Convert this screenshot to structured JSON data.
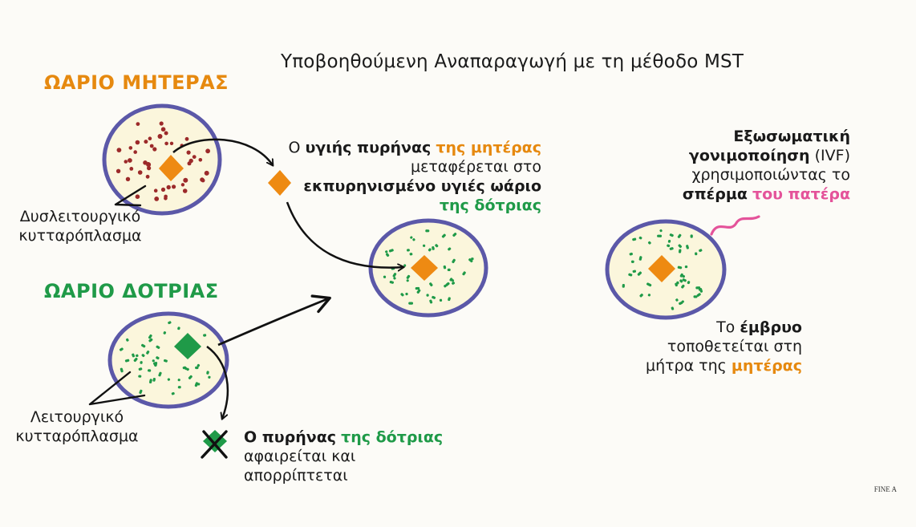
{
  "title": "Υποβοηθούμενη Αναπαραγωγή με τη μέθοδο MST",
  "mother_egg_label": "ΩΑΡΙΟ ΜΗΤΕΡΑΣ",
  "donor_egg_label": "ΩΑΡΙΟ ΔΟΤΡΙΑΣ",
  "dysfunctional_label": [
    "Δυσλειτουργικό",
    "κυτταρόπλασμα"
  ],
  "functional_label": [
    "Λειτουργικό",
    "κυτταρόπλασμα"
  ],
  "transfer_text": {
    "l1": [
      "Ο ",
      "υγιής πυρήνας",
      " ",
      "της μητέρας"
    ],
    "l2": "μεταφέρεται στο",
    "l3": "εκπυρηνισμένο υγιές ωάριο",
    "l4": "της δότριας"
  },
  "discard_text": {
    "l1": [
      "Ο πυρήνας",
      " ",
      "της δότριας"
    ],
    "l2": "αφαιρείται και",
    "l3": "απορρίπτεται"
  },
  "ivf_text": {
    "l1": "Εξωσωματική",
    "l2": [
      "γονιμοποίηση",
      " (IVF)"
    ],
    "l3": "χρησιμοποιώντας το",
    "l4": [
      "σπέρμα",
      " ",
      "του πατέρα"
    ]
  },
  "embryo_text": {
    "l1": [
      "Το ",
      "έμβρυο"
    ],
    "l2": "τοποθετείται στη",
    "l3": [
      "μήτρα της ",
      "μητέρας"
    ]
  },
  "watermark": "FINE A",
  "colors": {
    "membrane": "#5b58a8",
    "cytoplasm": "#fbf6dc",
    "nucleus_mother": "#ee8a12",
    "donor_dot": "#1f9a48",
    "dysfunctional_dot": "#9c2a2a",
    "sperm": "#e4539a"
  }
}
